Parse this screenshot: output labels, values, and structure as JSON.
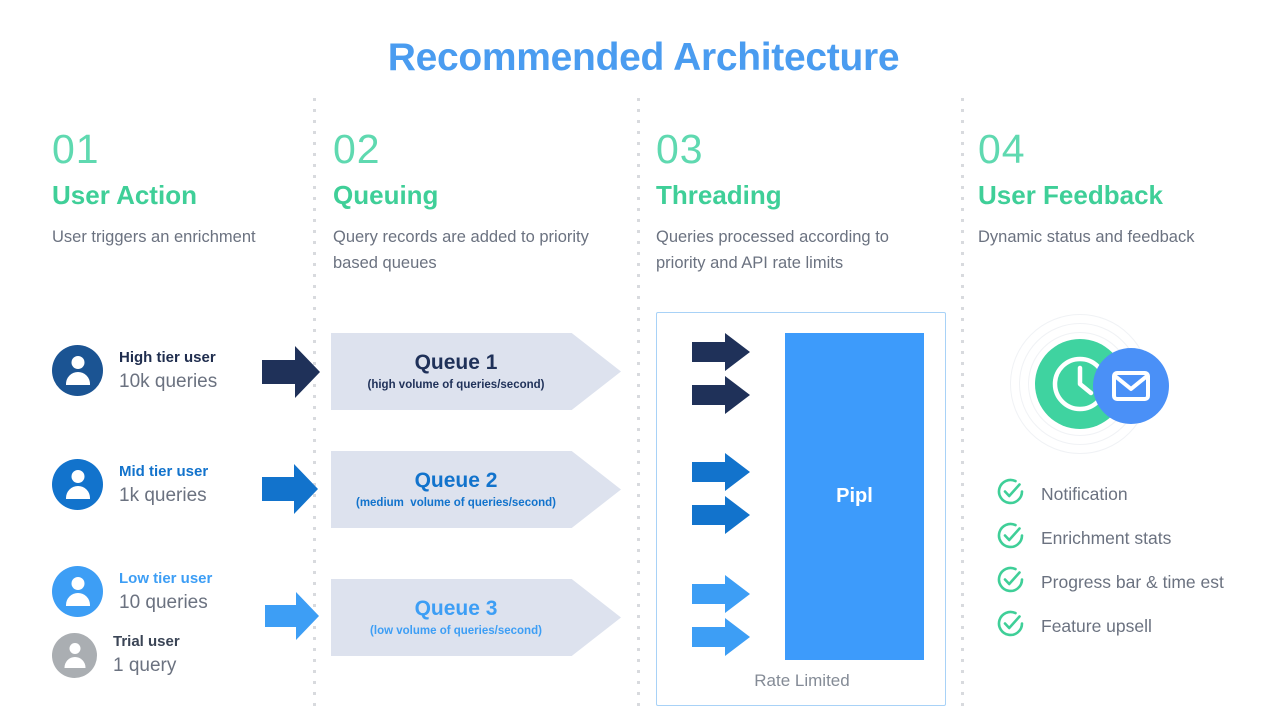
{
  "title": "Recommended Architecture",
  "theme": {
    "title_color": "#4a9cf0",
    "number_color": "#5fd9b0",
    "heading_color": "#3fcf98",
    "body_color": "#6b7280",
    "queue_bg": "#dde2ee",
    "pipl_blue": "#3d9bfb",
    "high_tier_color": "#1b5493",
    "mid_tier_color": "#1273cc",
    "low_tier_color": "#3d9ef5",
    "trial_tier_color": "#aaaeb2",
    "check_green": "#3fcf98"
  },
  "columns": [
    {
      "number": "01",
      "heading": "User Action",
      "description": "User triggers an enrichment"
    },
    {
      "number": "02",
      "heading": "Queuing",
      "description": "Query records are added to priority based queues"
    },
    {
      "number": "03",
      "heading": "Threading",
      "description": "Queries processed according to priority and API rate limits"
    },
    {
      "number": "04",
      "heading": "User Feedback",
      "description": "Dynamic status and feedback"
    }
  ],
  "user_tiers": [
    {
      "name": "High tier user",
      "queries": "10k queries",
      "color": "#1b5493",
      "name_color": "#1f2d4e"
    },
    {
      "name": "Mid tier user",
      "queries": "1k queries",
      "color": "#1273cc",
      "name_color": "#1273cc"
    },
    {
      "name": "Low tier user",
      "queries": "10 queries",
      "color": "#3d9ef5",
      "name_color": "#3d9ef5"
    },
    {
      "name": "Trial user",
      "queries": "1 query",
      "color": "#aaaeb2",
      "name_color": "#3b4556"
    }
  ],
  "feed_arrows": [
    {
      "icon": "right-arrow-icon",
      "color": "#1f3159"
    },
    {
      "icon": "right-arrow-icon",
      "color": "#1273cc"
    },
    {
      "icon": "right-arrow-icon",
      "color": "#3d9ef5"
    }
  ],
  "queues": [
    {
      "title": "Queue 1",
      "subtitle": "(high volume of queries/second)",
      "text_color": "#1f3159"
    },
    {
      "title": "Queue 2",
      "subtitle": "(medium  volume of queries/second)",
      "text_color": "#1273cc"
    },
    {
      "title": "Queue 3",
      "subtitle": "(low volume of queries/second)",
      "text_color": "#3d9ef5"
    }
  ],
  "threading": {
    "pipl_label": "Pipl",
    "rate_limited_label": "Rate Limited",
    "arrows": [
      {
        "icon": "right-arrow-icon",
        "color": "#1f3159"
      },
      {
        "icon": "right-arrow-icon",
        "color": "#1f3159"
      },
      {
        "icon": "right-arrow-icon",
        "color": "#1273cc"
      },
      {
        "icon": "right-arrow-icon",
        "color": "#1273cc"
      },
      {
        "icon": "right-arrow-icon",
        "color": "#3d9ef5"
      },
      {
        "icon": "right-arrow-icon",
        "color": "#3d9ef5"
      }
    ]
  },
  "feedback": {
    "clock_icon": "clock-icon",
    "mail_icon": "mail-icon",
    "items": [
      {
        "icon": "check-circle-icon",
        "label": "Notification"
      },
      {
        "icon": "check-circle-icon",
        "label": "Enrichment stats"
      },
      {
        "icon": "check-circle-icon",
        "label": "Progress bar & time est"
      },
      {
        "icon": "check-circle-icon",
        "label": "Feature upsell"
      }
    ]
  }
}
